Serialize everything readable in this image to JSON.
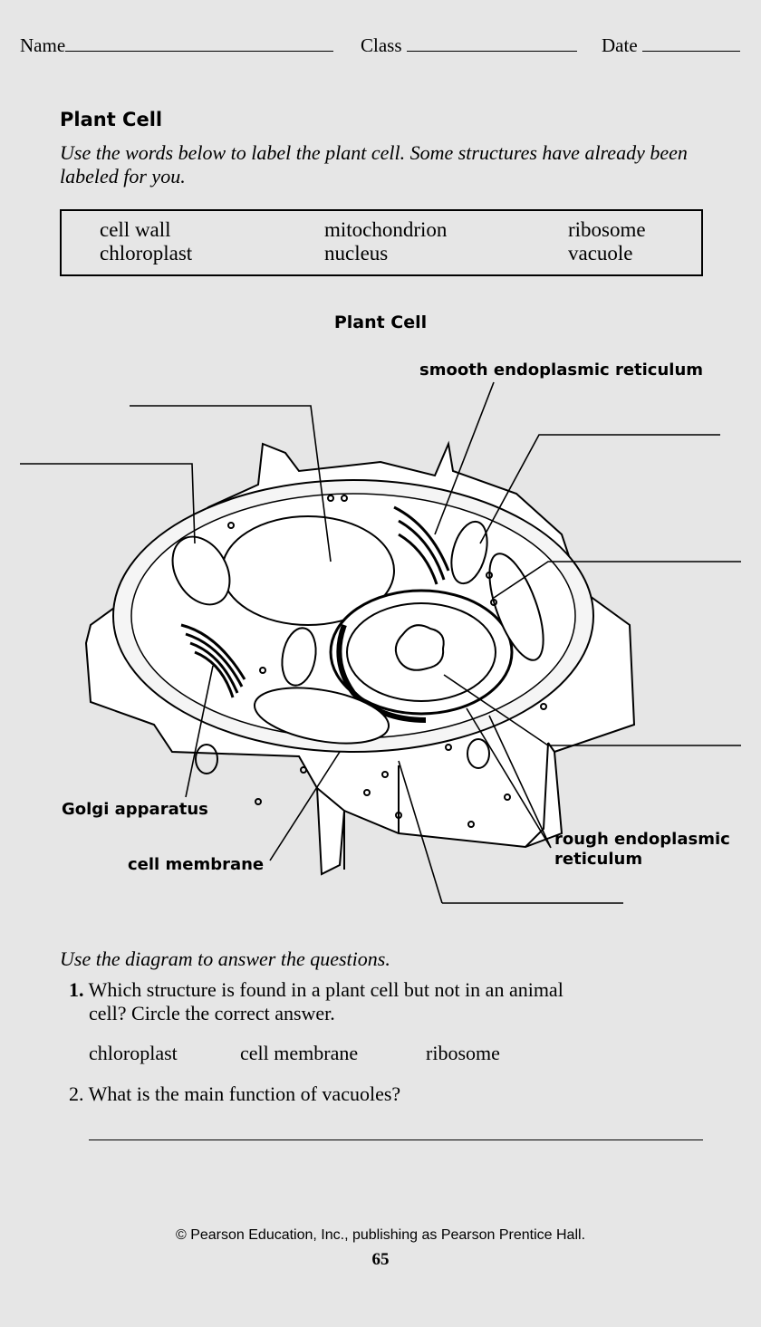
{
  "header": {
    "name_label": "Name",
    "class_label": "Class",
    "date_label": "Date"
  },
  "section": {
    "title": "Plant Cell",
    "instructions": "Use the words below to label the plant cell. Some structures have already been labeled for you."
  },
  "word_bank": [
    "cell wall",
    "mitochondrion",
    "ribosome",
    "chloroplast",
    "nucleus",
    "vacuole"
  ],
  "figure": {
    "title": "Plant Cell",
    "labels": {
      "smooth_er": "smooth endoplasmic reticulum",
      "golgi": "Golgi apparatus",
      "membrane": "cell membrane",
      "rough_er_1": "rough endoplasmic",
      "rough_er_2": "reticulum"
    }
  },
  "questions": {
    "instructions": "Use the diagram to answer the questions.",
    "q1_number": "1.",
    "q1_line1": "Which structure is found in a plant cell but not in an animal",
    "q1_line2": "cell? Circle the correct answer.",
    "q1_options": [
      "chloroplast",
      "cell membrane",
      "ribosome"
    ],
    "q2": "2. What is the main function of vacuoles?"
  },
  "footer": {
    "copyright": "© Pearson Education, Inc., publishing as Pearson Prentice Hall.",
    "page_number": "65"
  }
}
